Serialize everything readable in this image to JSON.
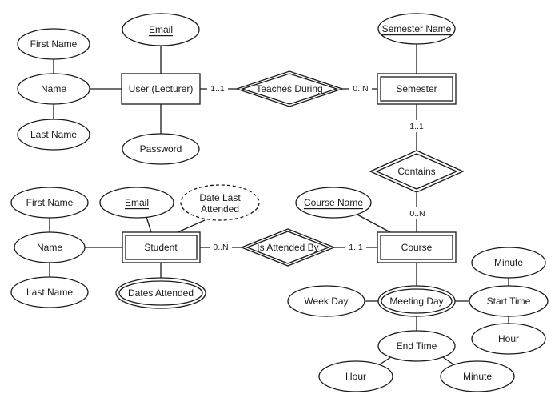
{
  "diagram": {
    "entities": {
      "user": "User (Lecturer)",
      "semester": "Semester",
      "student": "Student",
      "course": "Course"
    },
    "relationships": {
      "teaches_during": "Teaches During",
      "contains": "Contains",
      "is_attended_by": "Is Attended By"
    },
    "attributes": {
      "user_first_name": "First Name",
      "user_name": "Name",
      "user_last_name": "Last Name",
      "user_email": "Email",
      "user_password": "Password",
      "semester_name": "Semester Name",
      "student_first_name": "First Name",
      "student_name": "Name",
      "student_last_name": "Last Name",
      "student_email": "Email",
      "date_last_attended": [
        "Date Last",
        "Attended"
      ],
      "dates_attended": "Dates Attended",
      "course_name": "Course Name",
      "meeting_day": "Meeting Day",
      "week_day": "Week Day",
      "start_time": "Start Time",
      "start_minute": "Minute",
      "start_hour": "Hour",
      "end_time": "End Time",
      "end_hour": "Hour",
      "end_minute": "Minute"
    },
    "cardinalities": {
      "user_teaches": "1..1",
      "teaches_semester": "0..N",
      "semester_contains": "1..1",
      "contains_course": "0..N",
      "student_attended": "0..N",
      "attended_course": "1..1"
    }
  }
}
